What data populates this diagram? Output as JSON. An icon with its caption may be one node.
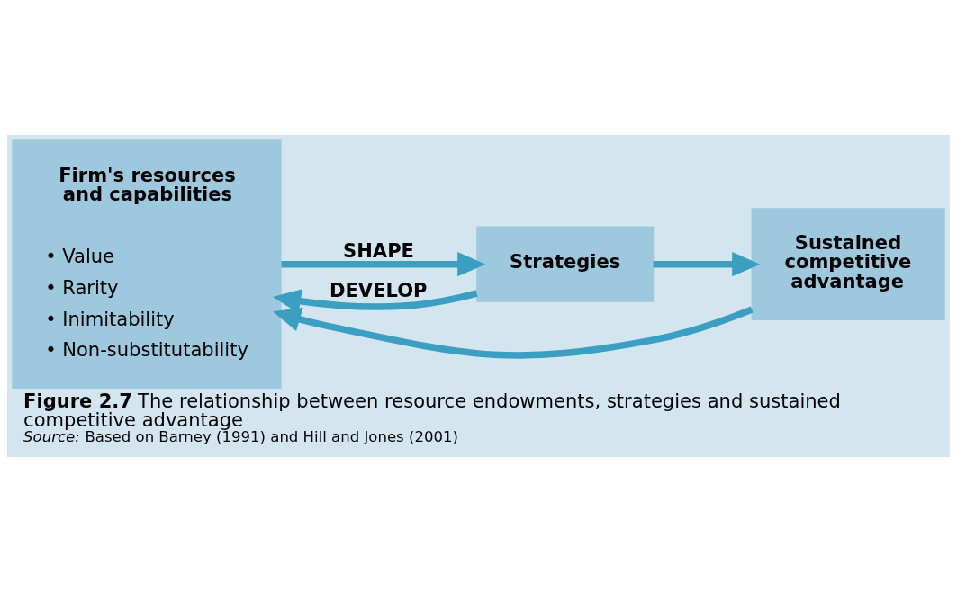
{
  "diagram": {
    "caption": "**Figure 2.7** The relationship between resource endowments, strategies and sustained competitive advantage",
    "nodes": [
      {
        "text": [
          "Firm's resources and capabilities",
          "• Value",
          "• Rarity",
          "• Inimitability",
          "• Non-substitutability"
        ]
      },
      {
        "text": [
          "Strategies"
        ]
      },
      {
        "text": [
          "Sustained competitive advantage"
        ]
      }
    ],
    "edges": [
      {
        "from": 0,
        "to": 1,
        "arrow": "to",
        "label": "SHAPE"
      },
      {
        "from": 1,
        "to": 2,
        "arrow": "to"
      },
      {
        "from": 1,
        "to": 0,
        "arrow": "to",
        "label": "DEVELOP"
      },
      {
        "from": 2,
        "to": 0,
        "arrow": "to"
      }
    ],
    "labels": [
      "*Source:* Based on Barney (1991) and Hill and Jones (2001)"
    ]
  }
}
